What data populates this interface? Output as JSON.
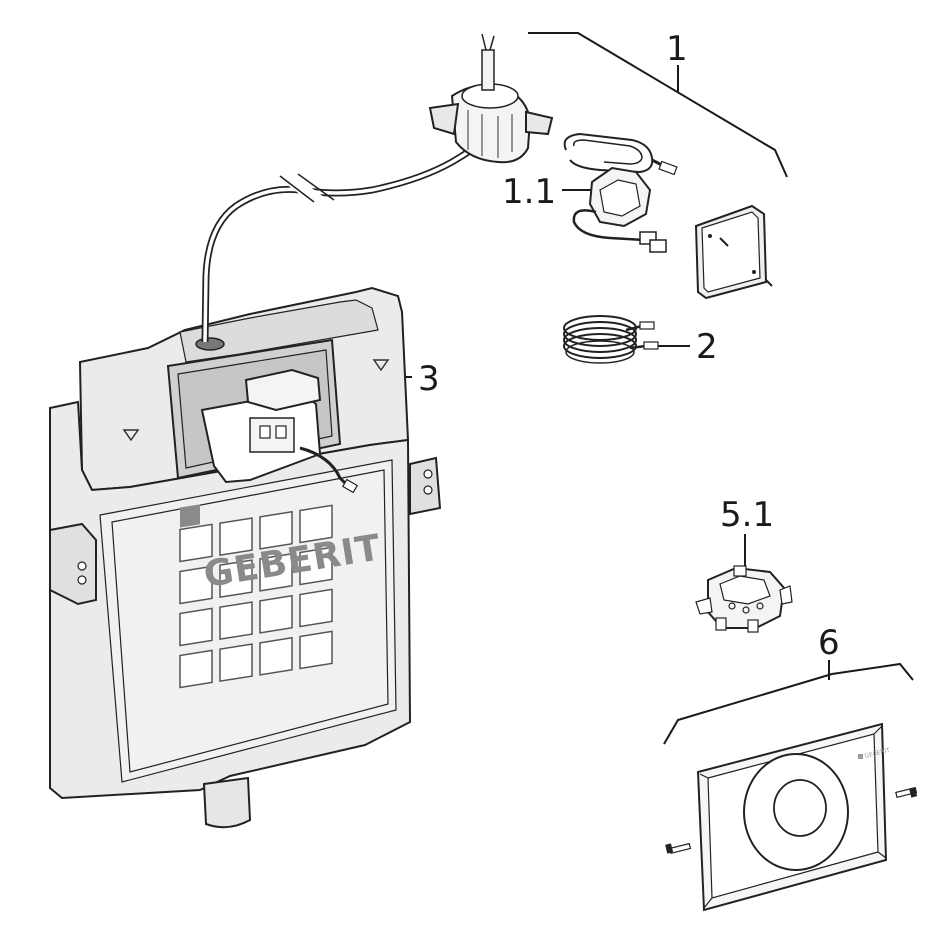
{
  "callouts": {
    "c1": "1",
    "c1_1": "1.1",
    "c2": "2",
    "c3": "3",
    "c5_1": "5.1",
    "c6": "6"
  },
  "cistern": {
    "brand": "GEBERIT"
  },
  "plate": {
    "brand": "GEBERIT"
  },
  "colors": {
    "line": "#1a1a1a",
    "cistern_fill": "#ebebeb",
    "part_fill": "#f7f7f7",
    "brand_grey": "#8a8a8a"
  }
}
